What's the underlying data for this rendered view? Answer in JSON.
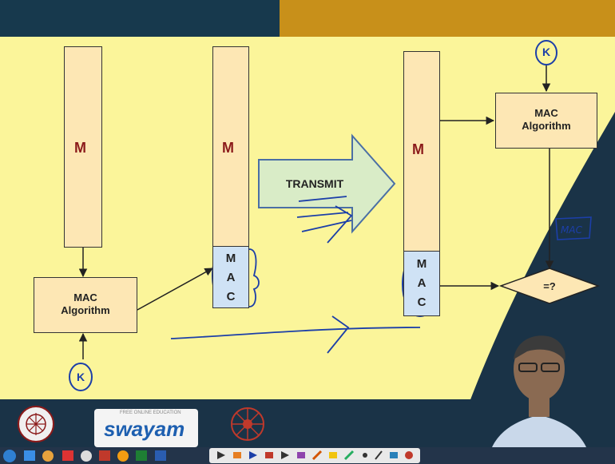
{
  "diagram": {
    "sender": {
      "message_label": "M",
      "algorithm_label_line1": "MAC",
      "algorithm_label_line2": "Algorithm",
      "key_label": "K"
    },
    "transmitted": {
      "message_label": "M",
      "mac_letters": [
        "M",
        "A",
        "C"
      ]
    },
    "transmit_arrow_label": "TRANSMIT",
    "receiver": {
      "message_label": "M",
      "mac_letters": [
        "M",
        "A",
        "C"
      ],
      "algorithm_label_line1": "MAC",
      "algorithm_label_line2": "Algorithm",
      "key_label": "K",
      "compare_label": "=?",
      "annotation": "MAC"
    }
  },
  "branding": {
    "logo_text": "swayam",
    "logo_subtext": "FREE ONLINE EDUCATION"
  },
  "colors": {
    "top_left": "#17394d",
    "top_right": "#c8901a",
    "slide_bg": "#fbf59a",
    "box_fill": "#fde7b4",
    "mac_fill": "#cfe2f5",
    "ink": "#1c3fa8"
  }
}
